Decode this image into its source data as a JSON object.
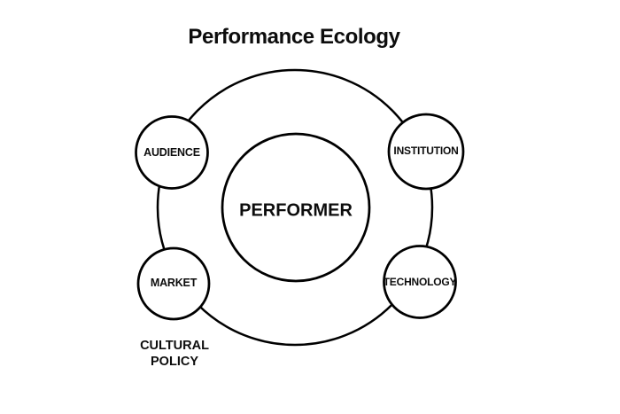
{
  "title": "Performance Ecology",
  "diagram": {
    "center_node": {
      "label": "PERFORMER"
    },
    "nodes": [
      {
        "id": "audience",
        "label": "AUDIENCE",
        "position": "top-left"
      },
      {
        "id": "institution",
        "label": "INSTITUTION",
        "position": "top-right"
      },
      {
        "id": "market",
        "label": "MARKET",
        "position": "bottom-left"
      },
      {
        "id": "technology",
        "label": "TECHNOLOGY",
        "position": "bottom-right"
      }
    ],
    "outer_label": {
      "lines": [
        "CULTURAL",
        "POLICY"
      ],
      "position": "bottom-left-outside"
    },
    "colors": {
      "background": "#ffffff",
      "stroke": "#000000",
      "text": "#0d0d0d"
    }
  }
}
